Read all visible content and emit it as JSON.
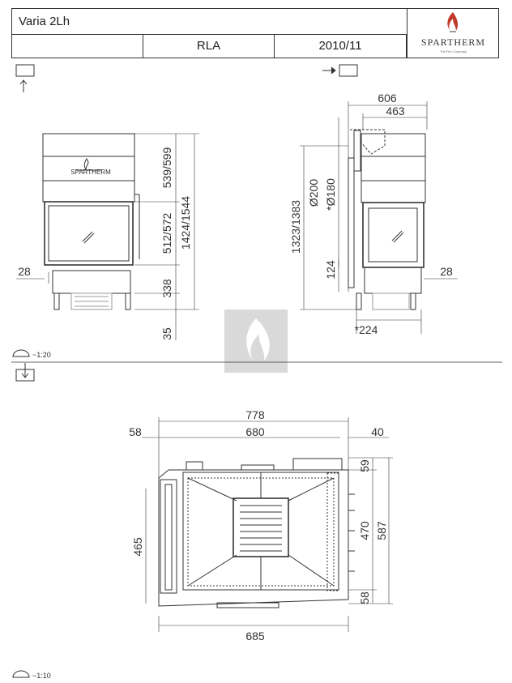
{
  "header": {
    "model": "Varia 2Lh",
    "variant": "RLA",
    "date": "2010/11",
    "brand": "SPARTHERM",
    "brand_sub": "The Fire Company"
  },
  "front_view": {
    "logo_text": "SPARTHERM",
    "dims": {
      "top": "539/599",
      "glass": "512/572",
      "total": "1424/1544",
      "base": "338",
      "leg": "35",
      "side": "28"
    }
  },
  "side_view": {
    "dims": {
      "width": "606",
      "depth": "463",
      "flue_outer": "Ø200",
      "flue_inner": "*Ø180",
      "height": "1323/1383",
      "low": "124",
      "side": "28",
      "bottom": "*224"
    }
  },
  "top_view": {
    "dims": {
      "total_width": "778",
      "inner_width": "680",
      "left_offset": "58",
      "right_offset": "40",
      "base_width": "685",
      "left_depth": "465",
      "right_top": "59",
      "right_mid": "470",
      "right_total": "587",
      "right_bottom": "58"
    }
  },
  "scales": {
    "upper": "~1:20",
    "lower": "~1:10"
  },
  "colors": {
    "line": "#333333",
    "watermark_bg": "#d9d9d9",
    "flame_red": "#c0392b"
  }
}
